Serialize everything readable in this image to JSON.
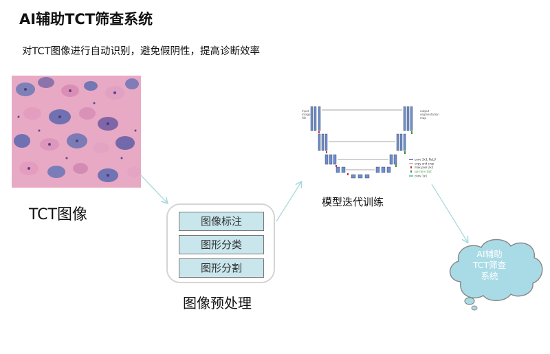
{
  "title": "AI辅助TCT筛查系统",
  "subtitle": "对TCT图像进行自动识别，避免假阴性，提高诊断效率",
  "tct_label": "TCT图像",
  "preprocess": {
    "items": [
      "图像标注",
      "图形分类",
      "图形分割"
    ],
    "label": "图像预处理"
  },
  "training": {
    "label": "模型迭代训练",
    "input_label": [
      "input",
      "image",
      "tile"
    ],
    "output_label": [
      "output",
      "segmentation",
      "map"
    ],
    "legend": [
      "conv 3x3, ReLU",
      "copy and crop",
      "max pool 2x2",
      "up-conv 2x2",
      "conv 1x1"
    ]
  },
  "result": {
    "lines": [
      "AI辅助",
      "TCT筛查",
      "系统"
    ]
  },
  "colors": {
    "arrow": "#a9d9dd",
    "cloud_fill": "#a9dbe6",
    "cloud_stroke": "#8a8a8a",
    "box_fill": "#c8e6ec"
  }
}
